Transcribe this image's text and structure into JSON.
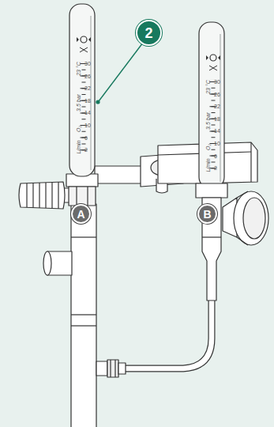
{
  "diagram": {
    "nodes": [
      {
        "text": [
          "2"
        ]
      },
      {
        "text": [
          "A"
        ]
      },
      {
        "text": [
          "B"
        ]
      }
    ],
    "labels": [
      "30",
      "26",
      "22",
      "18",
      "14",
      "10",
      "6",
      "2",
      "23 °C",
      "3.5 bar",
      "O₂",
      "L/min",
      "30",
      "26",
      "22",
      "18",
      "14",
      "10",
      "6",
      "2",
      "23 °C",
      "3.5 bar",
      "O₂",
      "L/min"
    ]
  }
}
